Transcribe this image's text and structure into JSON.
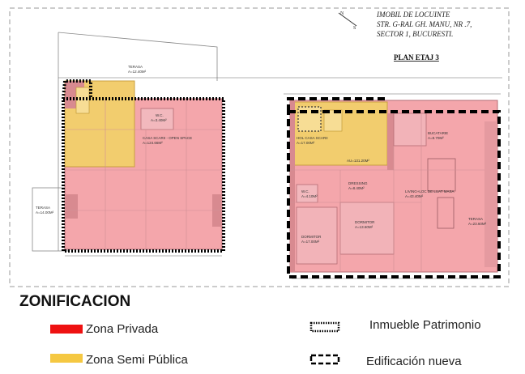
{
  "header": {
    "line1": "IMOBIL DE LOCUINTE",
    "line2": "STR. G-RAL GH. MANU, NR .7,",
    "line3": "SECTOR 1, BUCURESTI.",
    "plan_title": "PLAN ETAJ 3"
  },
  "compass": {
    "n": "N",
    "s": "S"
  },
  "rooms_left": {
    "terasa_top": "TERASA",
    "terasa_top_area": "A=12.40M²",
    "casa_scarii": "CASA SCARII - OPEN SPACE",
    "casa_scarii_area": "A=124.66M²",
    "wc": "W.C.",
    "wc_area": "A=3.40M²",
    "terasa_left": "TERASA",
    "terasa_left_area": "A=14.00M²"
  },
  "rooms_right": {
    "hol_casa_scarii": "HOL CASA SCARII",
    "hol_area": "A=17.00M²",
    "au": "AU=131.20M²",
    "bucatarie": "BUCATARIE",
    "bucatarie_area": "A=8.70M²",
    "dressing": "DRESSING",
    "dressing_area": "A=8.40M²",
    "living": "LIVING+LOC DE LUAT MASA",
    "living_area": "A=43.40M²",
    "terasa": "TERASA",
    "terasa_area": "A=23.60M²",
    "dormitor1": "DORMITOR",
    "dormitor1_area": "A=17.00M²",
    "dormitor2": "DORMITOR",
    "dormitor2_area": "A=13.60M²",
    "wc": "W.C.",
    "wc_area": "A=4.10M²"
  },
  "legend": {
    "title": "ZONIFICACION",
    "items": [
      {
        "label": "Zona Privada",
        "color": "#ee1111"
      },
      {
        "label": "Zona Semi Pública",
        "color": "#f5c842"
      },
      {
        "label": "Inmueble Patrimonio"
      },
      {
        "label": "Edificación nueva"
      }
    ]
  },
  "colors": {
    "private_zone": "#f4a6ab",
    "semi_public_zone": "#f2cd6e",
    "wall": "#b56c74",
    "line": "#555555"
  }
}
